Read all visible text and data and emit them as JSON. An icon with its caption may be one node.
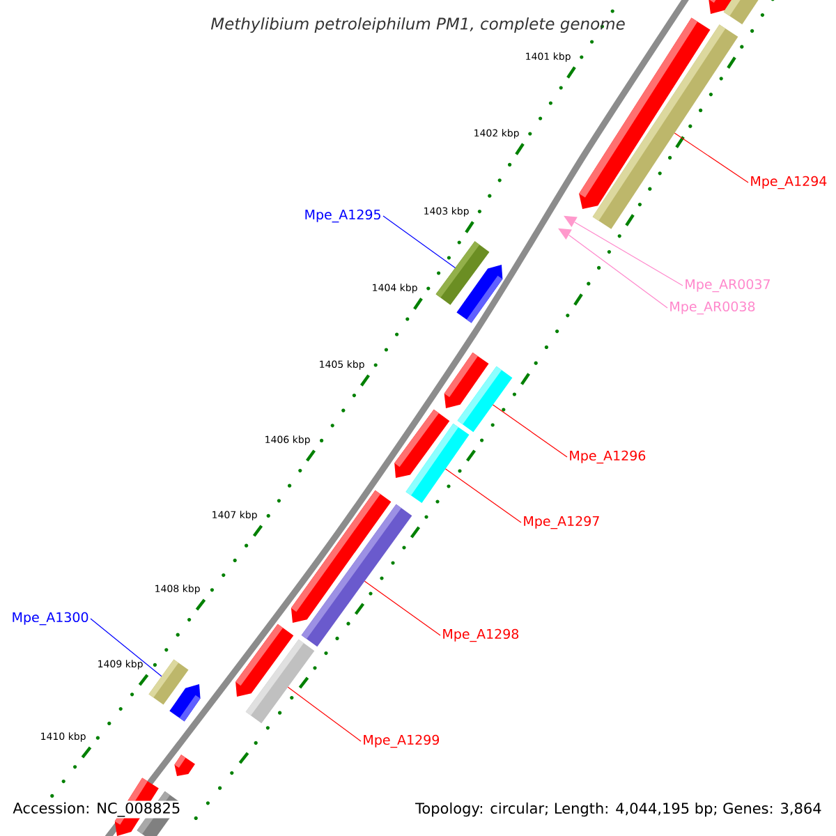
{
  "diagram": {
    "title": "Methylibium petroleiphilum PM1, complete genome",
    "nodes": [
      {
        "text": [
          "Mpe_A1294"
        ]
      },
      {
        "text": [],
        "shape": "bar"
      },
      {
        "text": [
          "Mpe_A1295"
        ]
      },
      {
        "text": [],
        "shape": "bar"
      },
      {
        "text": [
          "Mpe_AR0037"
        ]
      },
      {
        "text": [],
        "shape": "triangle"
      },
      {
        "text": [
          "Mpe_AR0038"
        ]
      },
      {
        "text": [],
        "shape": "triangle"
      },
      {
        "text": [
          "Mpe_A1296"
        ]
      },
      {
        "text": [],
        "shape": "bar"
      },
      {
        "text": [
          "Mpe_A1297"
        ]
      },
      {
        "text": [],
        "shape": "bar"
      },
      {
        "text": [
          "Mpe_A1298"
        ]
      },
      {
        "text": [],
        "shape": "bar"
      },
      {
        "text": [
          "Mpe_A1299"
        ]
      },
      {
        "text": [],
        "shape": "bar"
      },
      {
        "text": [
          "Mpe_A1300"
        ]
      },
      {
        "text": [],
        "shape": "bar"
      },
      {
        "text": [],
        "shape": "bar"
      },
      {
        "text": [],
        "shape": "bar"
      },
      {
        "text": [],
        "shape": "bar"
      },
      {
        "text": [],
        "shape": "bar"
      },
      {
        "text": [],
        "shape": "bar"
      },
      {
        "text": [],
        "shape": "bar"
      },
      {
        "text": [],
        "shape": "bar"
      },
      {
        "text": [],
        "shape": "bar"
      },
      {
        "text": [],
        "shape": "bar"
      },
      {
        "text": [],
        "shape": "bar"
      },
      {
        "text": [],
        "shape": "bar"
      },
      {
        "text": [],
        "shape": "bar"
      }
    ],
    "edges": [
      {
        "from": 0,
        "to": 1,
        "arrow": "none"
      },
      {
        "from": 2,
        "to": 3,
        "arrow": "none",
        "color": "#0000ff"
      },
      {
        "from": 4,
        "to": 5,
        "arrow": "none",
        "color": "#ff88cc"
      },
      {
        "from": 6,
        "to": 7,
        "arrow": "none",
        "color": "#ff88cc"
      },
      {
        "from": 8,
        "to": 9,
        "arrow": "none"
      },
      {
        "from": 10,
        "to": 11,
        "arrow": "none"
      },
      {
        "from": 12,
        "to": 13,
        "arrow": "none"
      },
      {
        "from": 14,
        "to": 15,
        "arrow": "none"
      },
      {
        "from": 16,
        "to": 17,
        "arrow": "none",
        "color": "#0000ff"
      }
    ],
    "labels": [
      "1401 kbp",
      "1402 kbp",
      "1403 kbp",
      "1404 kbp",
      "1405 kbp",
      "1406 kbp",
      "1407 kbp",
      "1408 kbp",
      "1409 kbp",
      "1410 kbp",
      "Accession: NC_008825",
      "Topology: circular; Length: 4,044,195 bp; Genes: 3,864"
    ]
  }
}
